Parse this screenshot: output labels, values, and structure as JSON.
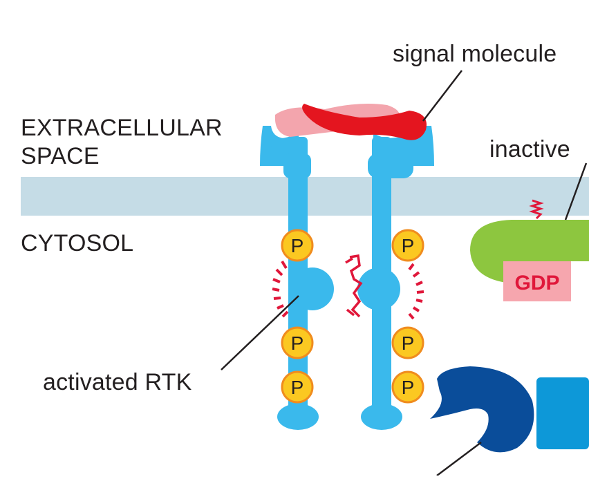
{
  "labels": {
    "signal_molecule": "signal molecule",
    "extracellular_line1": "EXTRACELLULAR",
    "extracellular_line2": "SPACE",
    "cytosol": "CYTOSOL",
    "inactive": "inactive",
    "activated_rtk": "activated RTK",
    "gdp": "GDP",
    "phosphate": "P"
  },
  "colors": {
    "membrane": "#c5dce6",
    "receptor": "#3ab9ec",
    "signal_dark": "#e4151f",
    "signal_light": "#f3a5ad",
    "phosphate_fill": "#fbc821",
    "phosphate_ring": "#f08c1e",
    "ras": "#8dc63f",
    "gdp_box": "#f6a6ae",
    "gdp_text": "#e0173a",
    "adaptor": "#0a4d9a",
    "adaptor_partner": "#0d98d8",
    "activation_marks": "#e0173a"
  }
}
